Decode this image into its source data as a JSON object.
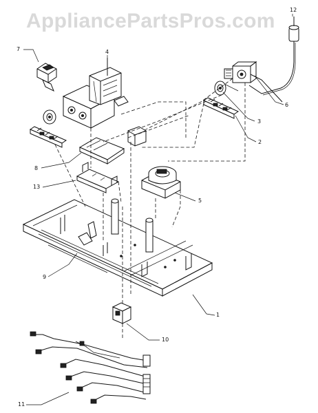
{
  "watermark": "AppliancePartsPros.com",
  "callouts": {
    "c1": "1",
    "c2": "2",
    "c3": "3",
    "c4": "4",
    "c5": "5",
    "c6": "6",
    "c7": "7",
    "c8": "8",
    "c9": "9",
    "c10": "10",
    "c11": "11",
    "c12": "12",
    "c13": "13"
  },
  "colors": {
    "line": "#111111",
    "watermark": "#d9d9d9",
    "background": "#ffffff"
  }
}
